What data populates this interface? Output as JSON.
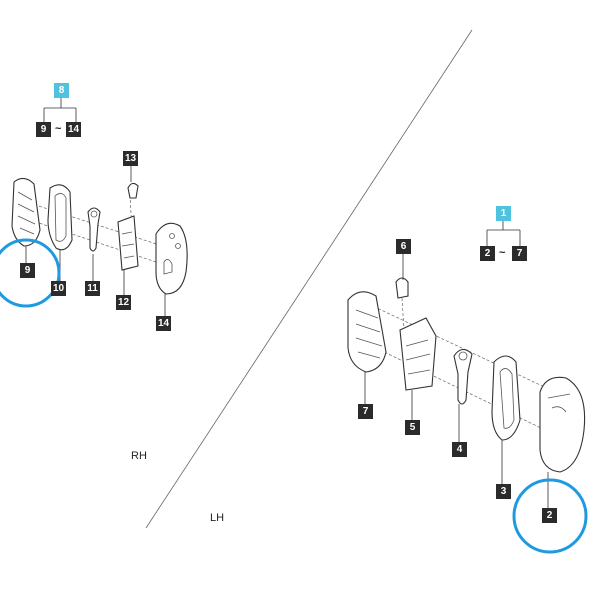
{
  "diagram": {
    "groups": [
      {
        "id": "rh-assembly",
        "label": "8",
        "range_from": "9",
        "range_sep": "~",
        "range_to": "14"
      },
      {
        "id": "lh-assembly",
        "label": "1",
        "range_from": "2",
        "range_sep": "~",
        "range_to": "7"
      }
    ],
    "callouts": {
      "c2": "2",
      "c3": "3",
      "c4": "4",
      "c5": "5",
      "c6": "6",
      "c7": "7",
      "c9": "9",
      "c10": "10",
      "c11": "11",
      "c12": "12",
      "c13": "13",
      "c14": "14"
    },
    "side_labels": {
      "rh": "RH",
      "lh": "LH"
    },
    "highlighted_callouts": [
      "9",
      "2"
    ],
    "colors": {
      "group_label": "#4fc3de",
      "callout": "#2b2b2b",
      "highlight": "#1e9be0"
    }
  }
}
